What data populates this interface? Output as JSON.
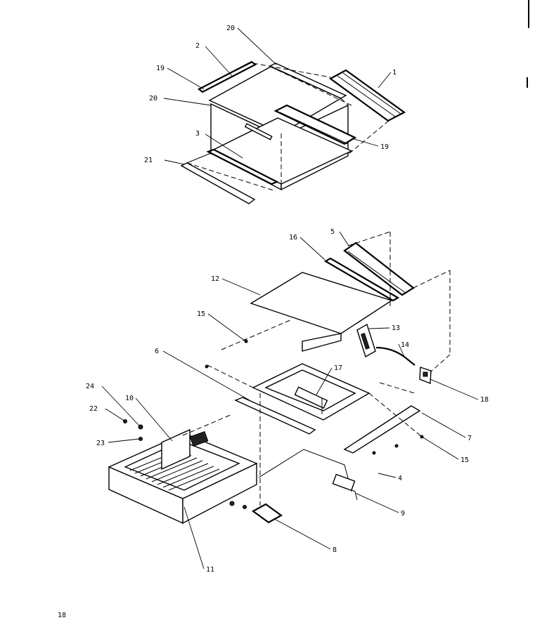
{
  "page_number": "18",
  "callouts": [
    {
      "id": "c1",
      "text": "1"
    },
    {
      "id": "c2",
      "text": "2"
    },
    {
      "id": "c3",
      "text": "3"
    },
    {
      "id": "c4",
      "text": "4"
    },
    {
      "id": "c5",
      "text": "5"
    },
    {
      "id": "c6",
      "text": "6"
    },
    {
      "id": "c7",
      "text": "7"
    },
    {
      "id": "c8",
      "text": "8"
    },
    {
      "id": "c9",
      "text": "9"
    },
    {
      "id": "c10",
      "text": "10"
    },
    {
      "id": "c11",
      "text": "11"
    },
    {
      "id": "c12",
      "text": "12"
    },
    {
      "id": "c13",
      "text": "13"
    },
    {
      "id": "c14",
      "text": "14"
    },
    {
      "id": "c15a",
      "text": "15"
    },
    {
      "id": "c15b",
      "text": "15"
    },
    {
      "id": "c16",
      "text": "16"
    },
    {
      "id": "c17",
      "text": "17"
    },
    {
      "id": "c18",
      "text": "18"
    },
    {
      "id": "c19a",
      "text": "19"
    },
    {
      "id": "c19b",
      "text": "19"
    },
    {
      "id": "c20a",
      "text": "20"
    },
    {
      "id": "c20b",
      "text": "20"
    },
    {
      "id": "c21",
      "text": "21"
    },
    {
      "id": "c22",
      "text": "22"
    },
    {
      "id": "c23",
      "text": "23"
    },
    {
      "id": "c24",
      "text": "24"
    }
  ]
}
